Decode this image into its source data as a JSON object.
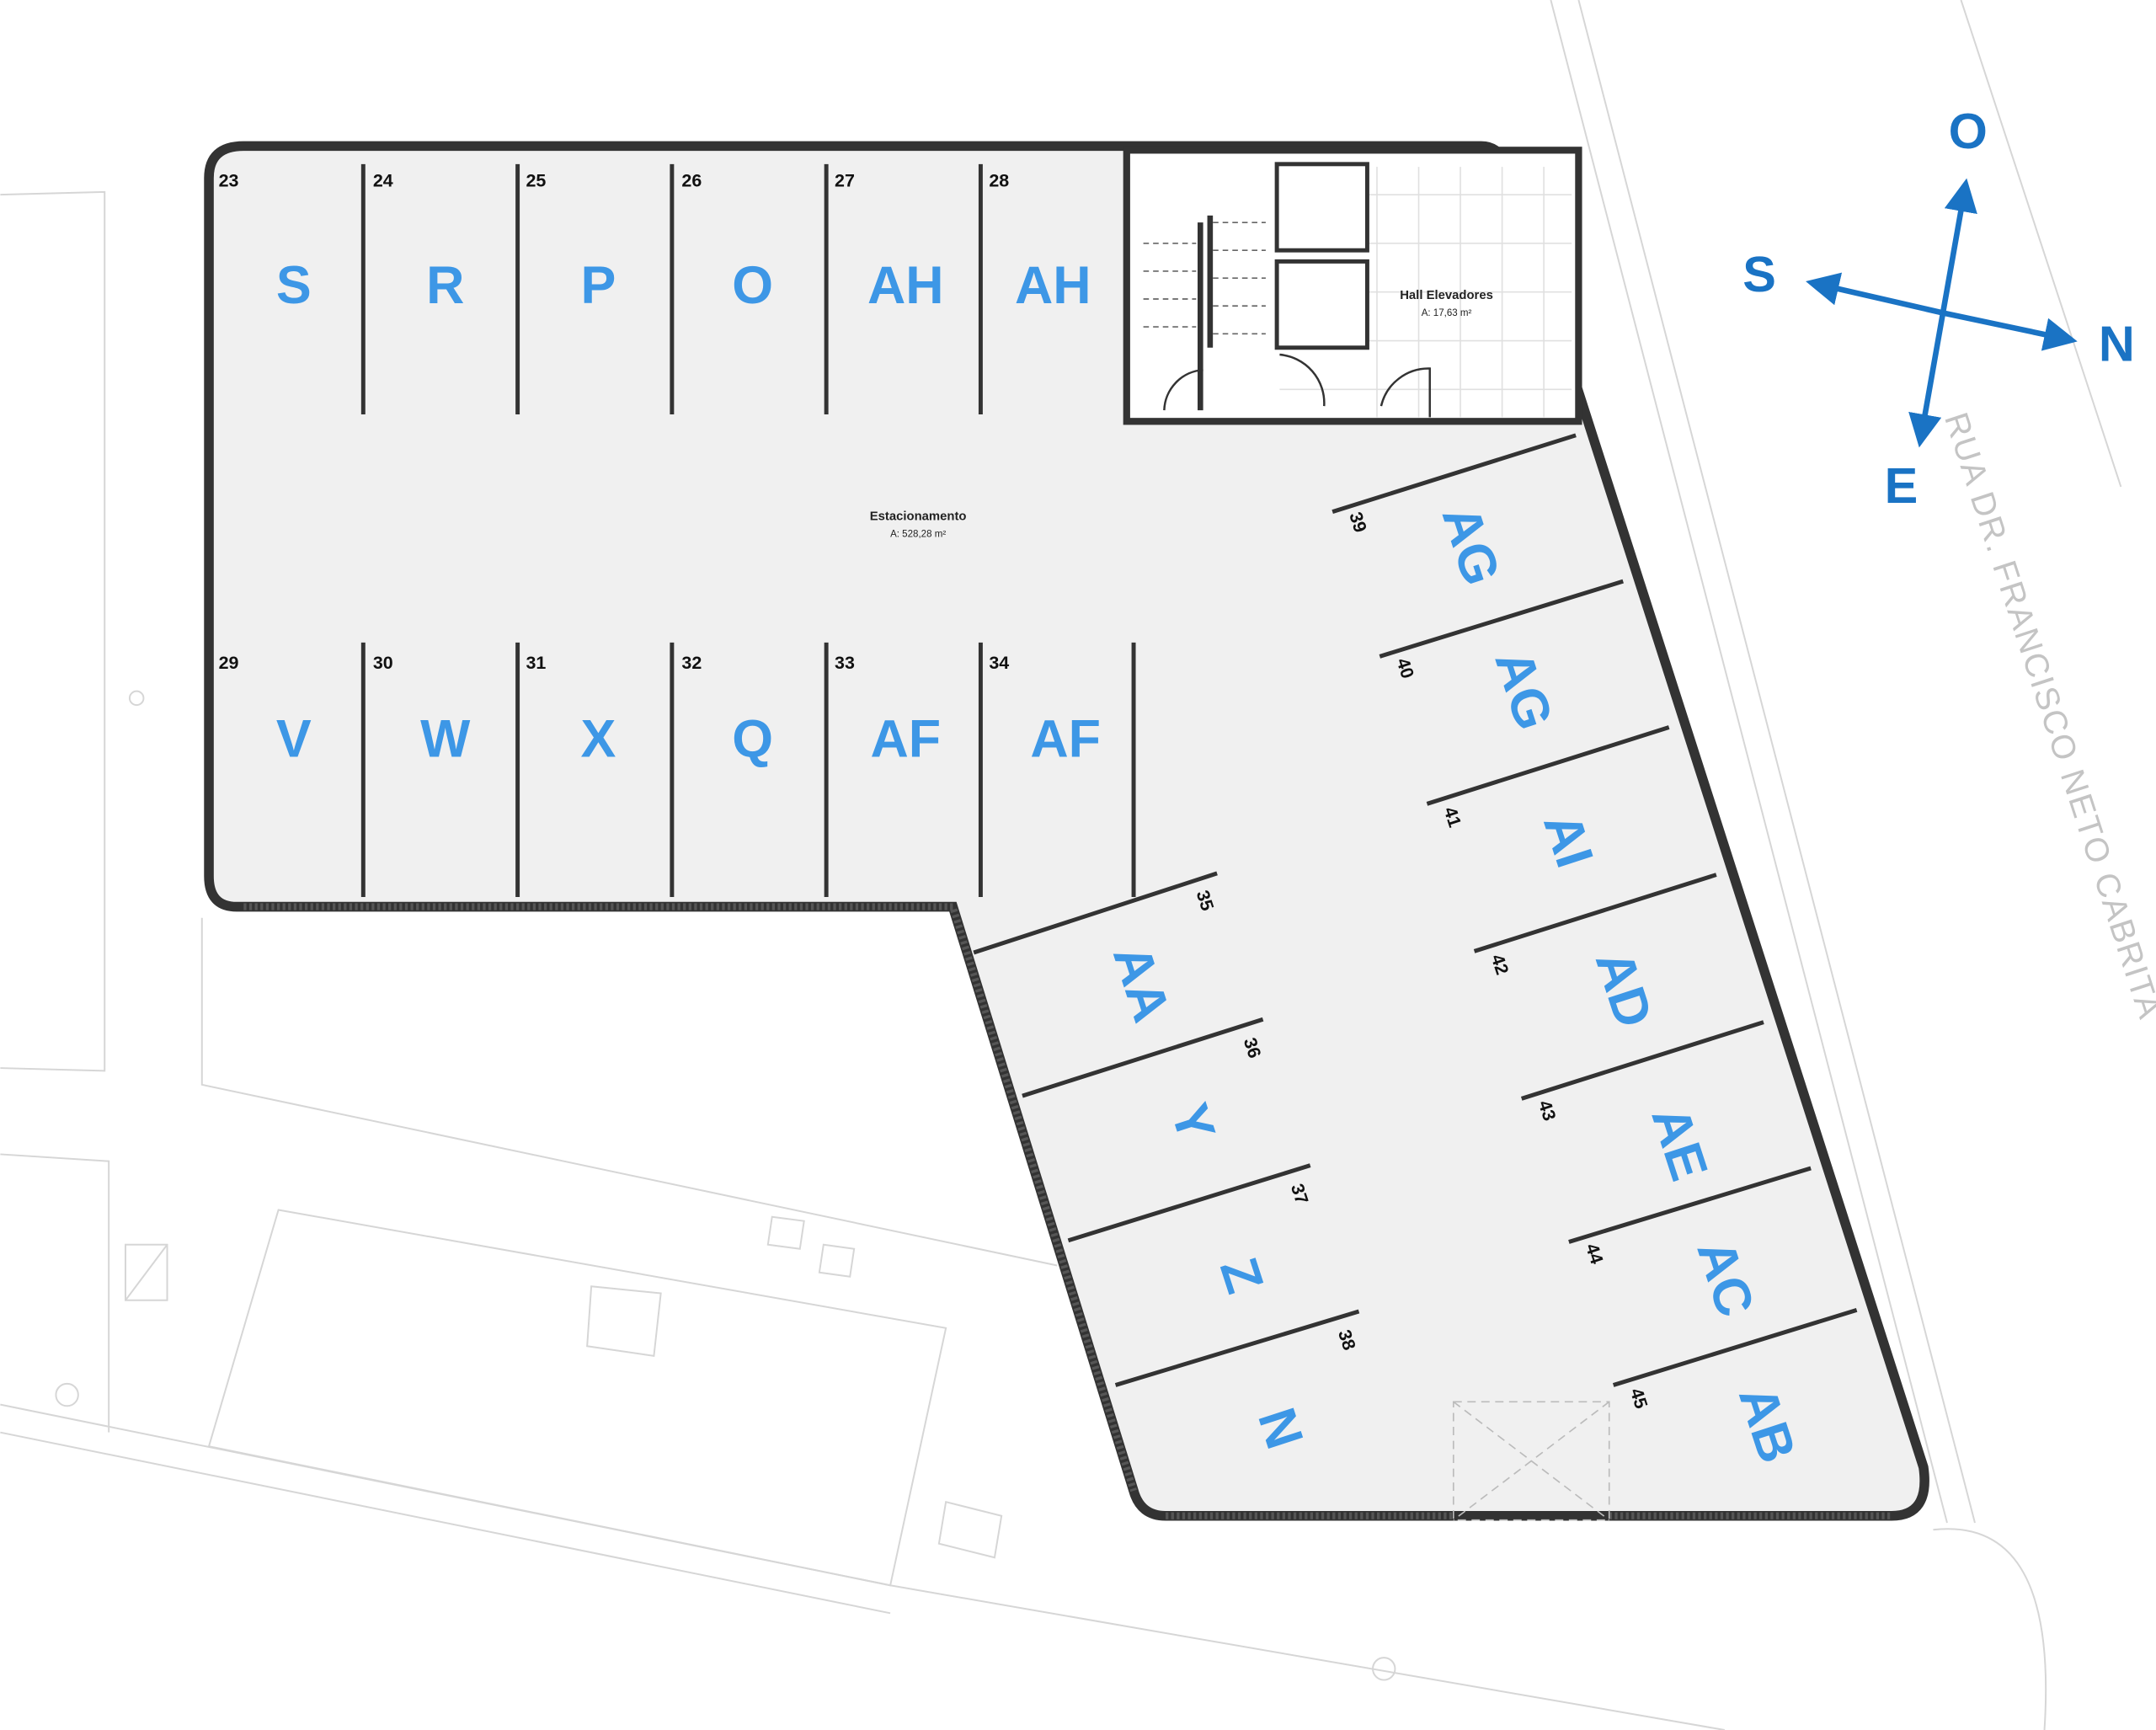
{
  "rooms": {
    "parking": {
      "name": "Estacionamento",
      "area": "A: 528,28 m²"
    },
    "hall": {
      "name": "Hall Elevadores",
      "area": "A: 17,63 m²"
    }
  },
  "top_row": [
    {
      "num": "23",
      "label": "S"
    },
    {
      "num": "24",
      "label": "R"
    },
    {
      "num": "25",
      "label": "P"
    },
    {
      "num": "26",
      "label": "O"
    },
    {
      "num": "27",
      "label": "AH"
    },
    {
      "num": "28",
      "label": "AH"
    }
  ],
  "bottom_row": [
    {
      "num": "29",
      "label": "V"
    },
    {
      "num": "30",
      "label": "W"
    },
    {
      "num": "31",
      "label": "X"
    },
    {
      "num": "32",
      "label": "Q"
    },
    {
      "num": "33",
      "label": "AF"
    },
    {
      "num": "34",
      "label": "AF"
    }
  ],
  "left_diag": [
    {
      "num": "35",
      "label": "AA"
    },
    {
      "num": "36",
      "label": "Y"
    },
    {
      "num": "37",
      "label": "Z"
    },
    {
      "num": "38",
      "label": "N"
    }
  ],
  "right_diag": [
    {
      "num": "39",
      "label": "AG"
    },
    {
      "num": "40",
      "label": "AG"
    },
    {
      "num": "41",
      "label": "AI"
    },
    {
      "num": "42",
      "label": "AD"
    },
    {
      "num": "43",
      "label": "AE"
    },
    {
      "num": "44",
      "label": "AC"
    },
    {
      "num": "45",
      "label": "AB"
    }
  ],
  "compass": {
    "north": "N",
    "south": "S",
    "east": "E",
    "west": "O"
  },
  "street": "RUA DR. FRANCISCO NETO CABRITA",
  "colors": {
    "label": "#3d97e6",
    "compass": "#1a73c4"
  }
}
